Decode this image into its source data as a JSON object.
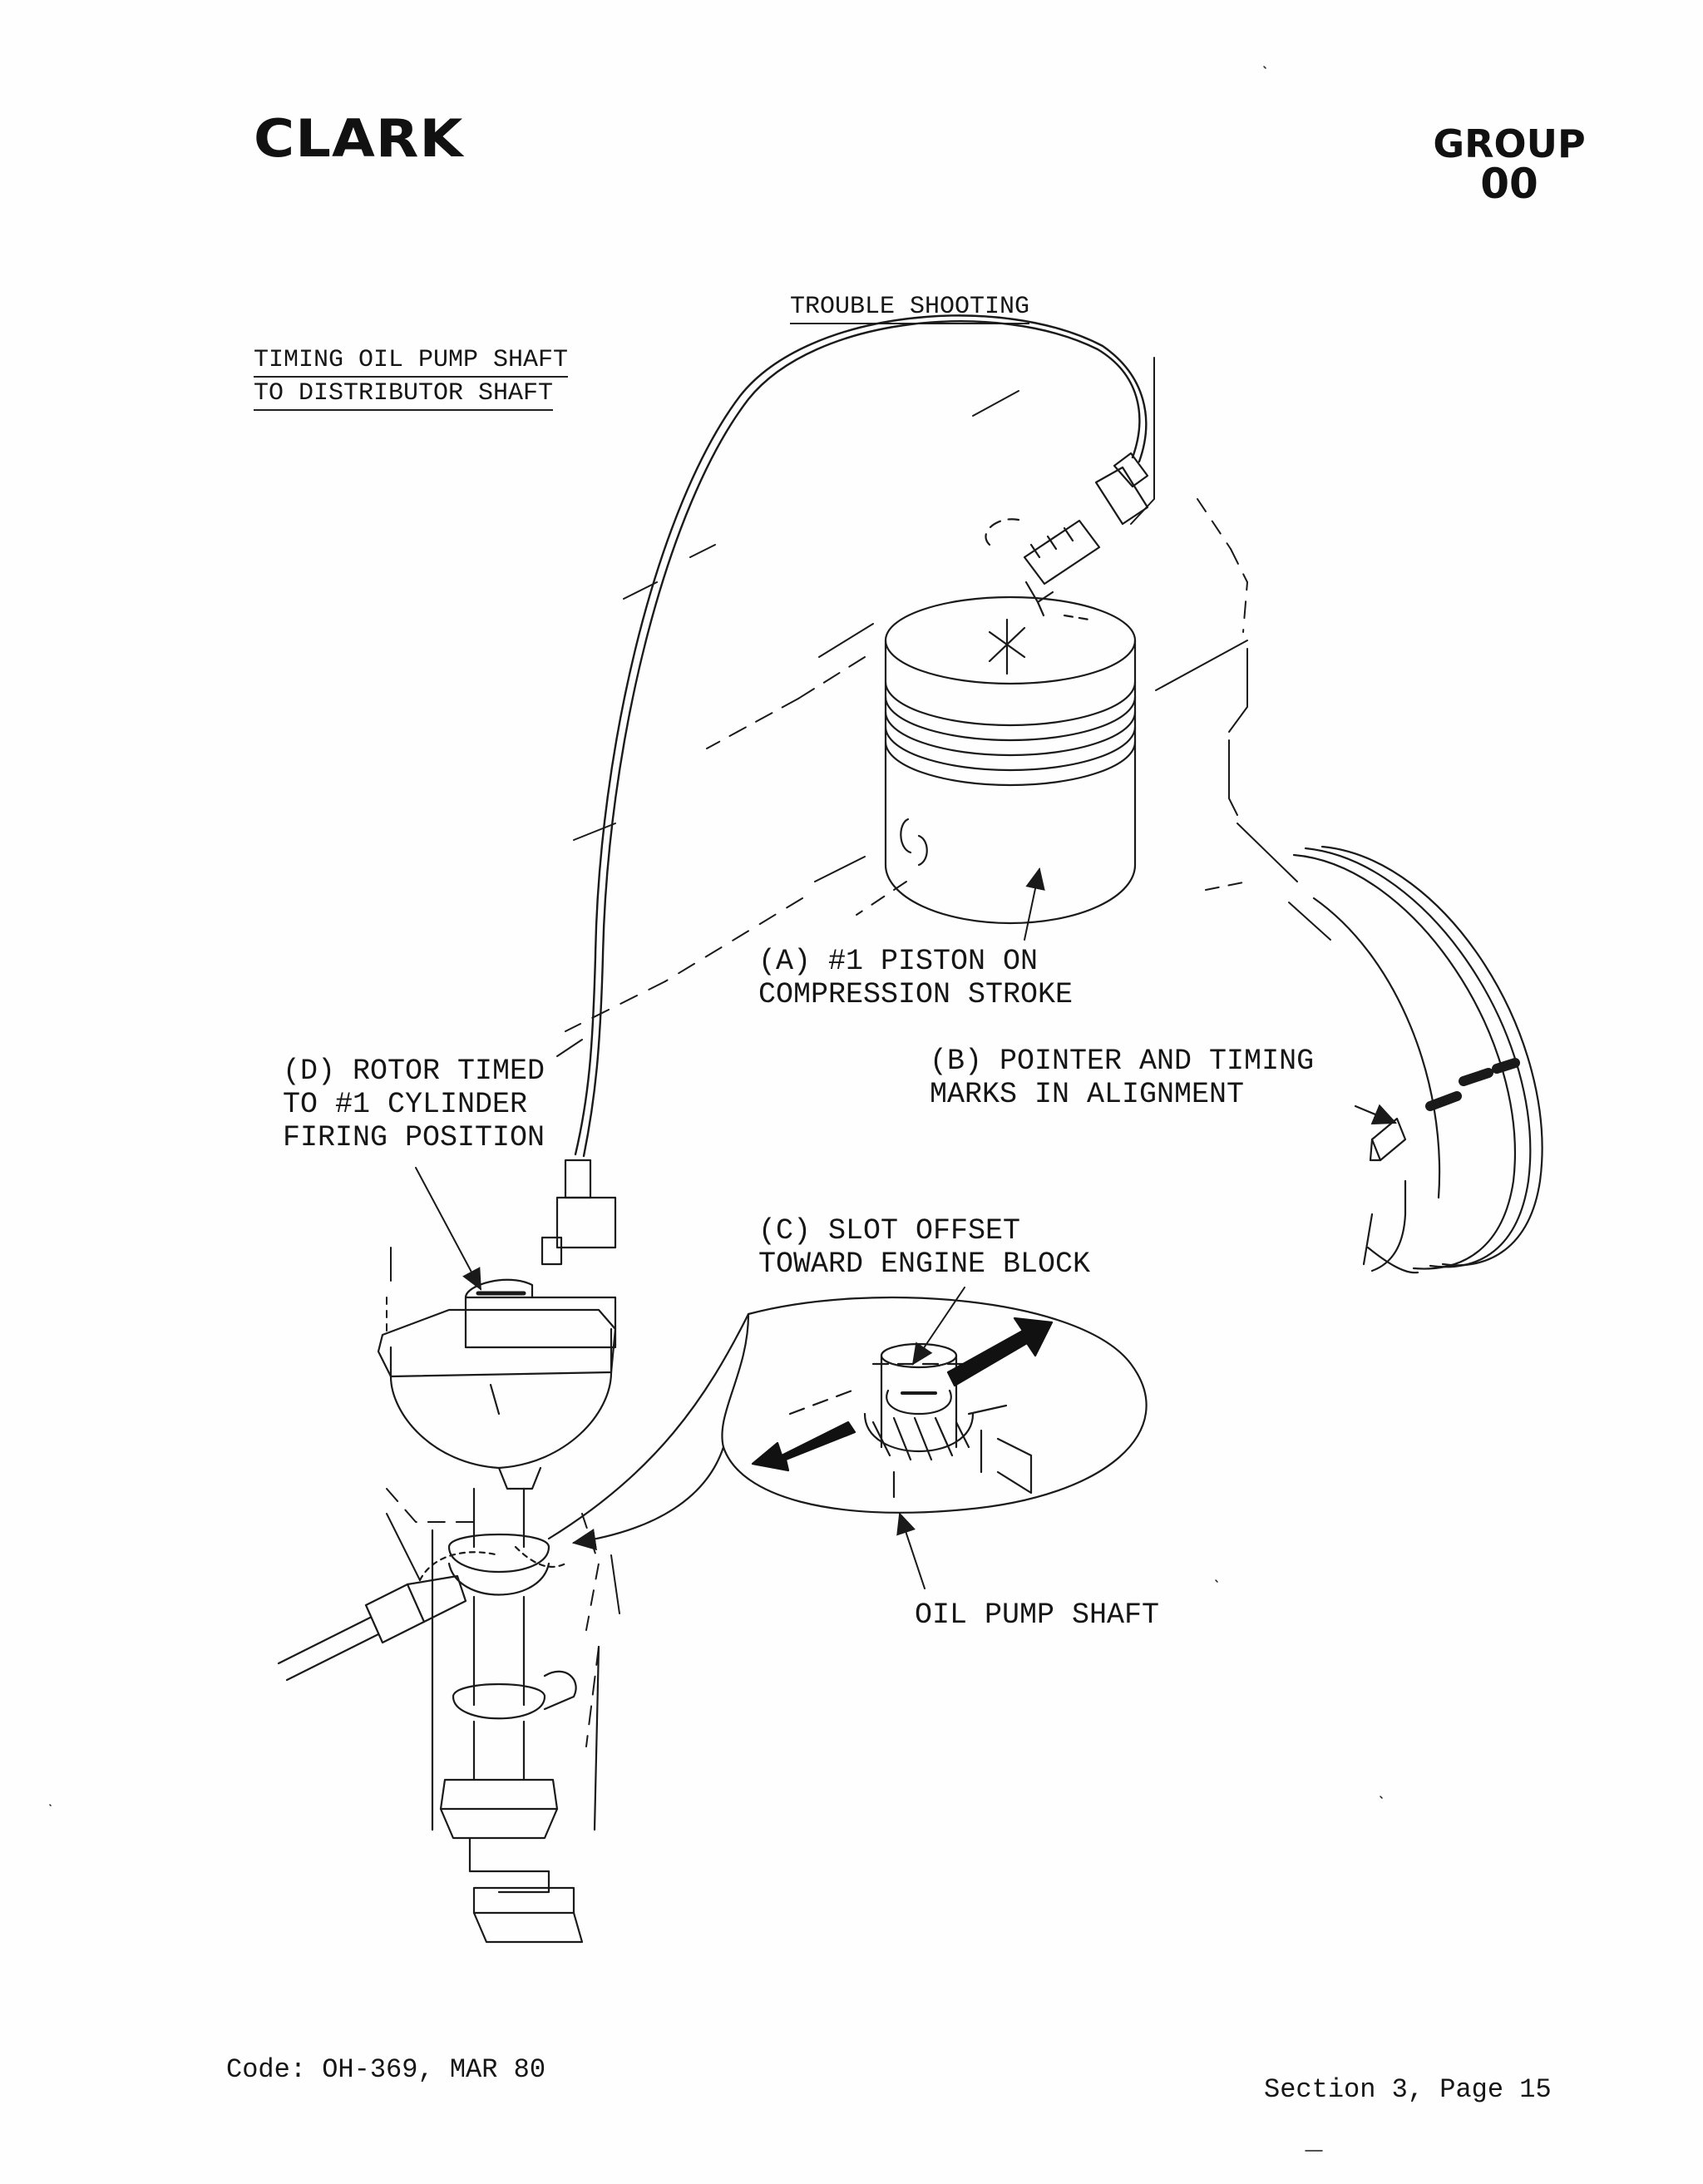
{
  "header": {
    "logo": "CLARK",
    "group_label": "GROUP",
    "group_number": "00"
  },
  "section_title": "TROUBLE SHOOTING",
  "subtitle": {
    "line1": "TIMING OIL PUMP SHAFT",
    "line2": "TO DISTRIBUTOR SHAFT"
  },
  "callouts": {
    "a": {
      "line1": "(A) #1 PISTON ON",
      "line2": "COMPRESSION STROKE"
    },
    "b": {
      "line1": "(B) POINTER AND TIMING",
      "line2": "MARKS IN ALIGNMENT"
    },
    "c": {
      "line1": "(C) SLOT OFFSET",
      "line2": "TOWARD ENGINE BLOCK"
    },
    "d": {
      "line1": "(D) ROTOR TIMED",
      "line2": "TO #1 CYLINDER",
      "line3": "FIRING POSITION"
    },
    "oil_pump": "OIL PUMP SHAFT"
  },
  "footer": {
    "code": "Code: OH-369, MAR 80",
    "page": "Section 3, Page 15"
  },
  "colors": {
    "ink": "#161616",
    "paper": "#fefefe"
  }
}
